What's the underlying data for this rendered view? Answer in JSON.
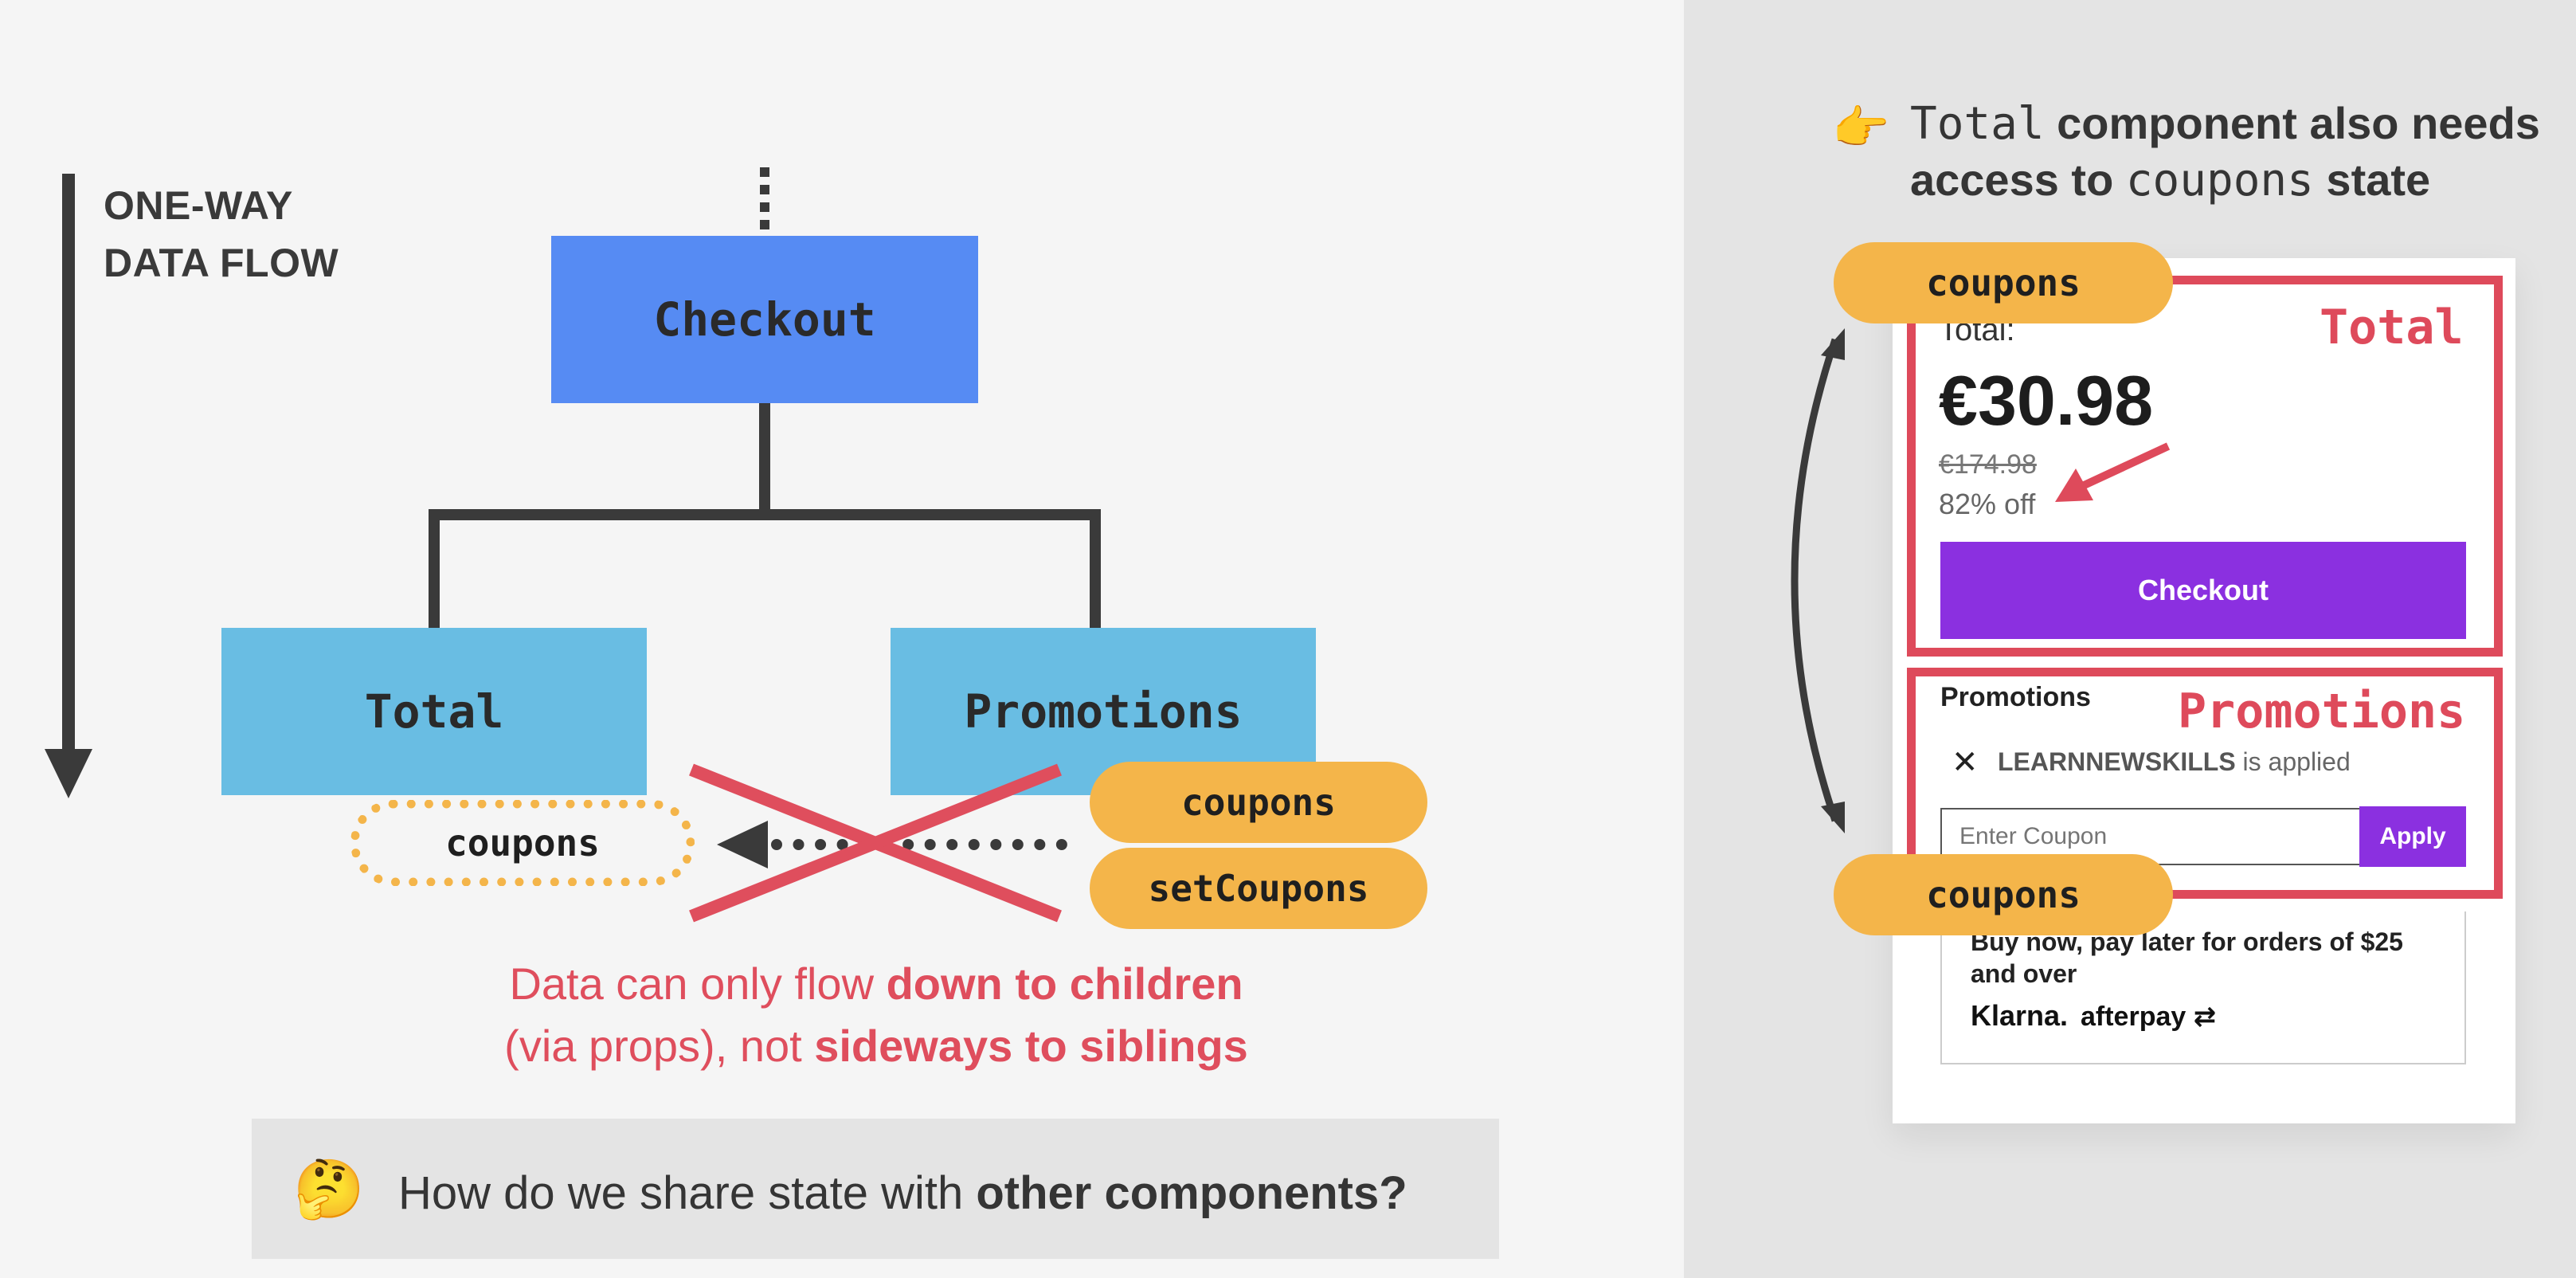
{
  "flow_label": {
    "line1": "ONE-WAY",
    "line2": "DATA FLOW"
  },
  "tree": {
    "root": "Checkout",
    "left_child": "Total",
    "right_child": "Promotions"
  },
  "state_pills": {
    "dotted": "coupons",
    "coupons": "coupons",
    "set_coupons": "setCoupons"
  },
  "caption": {
    "part1": "Data can only flow ",
    "bold1": "down to children",
    "part2": "(via props), not ",
    "bold2": "sideways to siblings"
  },
  "question": {
    "emoji": "🤔",
    "text": "How do we share state with ",
    "bold": "other components?"
  },
  "note": {
    "emoji": "👉",
    "code1": "Total",
    "text1": " component also needs access to ",
    "code2": "coupons",
    "text2": " state"
  },
  "card": {
    "total_label": "Total",
    "total_caption": "Total:",
    "price": "€30.98",
    "old_price": "€174.98",
    "discount": "82% off",
    "checkout_button": "Checkout",
    "promotions_label": "Promotions",
    "promotions_title": "Promotions",
    "applied_close": "✕",
    "applied_code": "LEARNNEWSKILLS",
    "applied_suffix": " is applied",
    "coupon_placeholder": "Enter Coupon",
    "apply_button": "Apply",
    "bnpl_text": "Buy now, pay later for orders of $25 and over",
    "klarna": "Klarna.",
    "afterpay": "afterpay"
  },
  "right_pills": {
    "top": "coupons",
    "bottom": "coupons"
  },
  "colors": {
    "checkout_box": "#568bf3",
    "child_box": "#69bde3",
    "pill": "#f4b54a",
    "accent_red": "#de4a5b",
    "button_purple": "#8b30e0",
    "arrow": "#3a3a3a"
  }
}
